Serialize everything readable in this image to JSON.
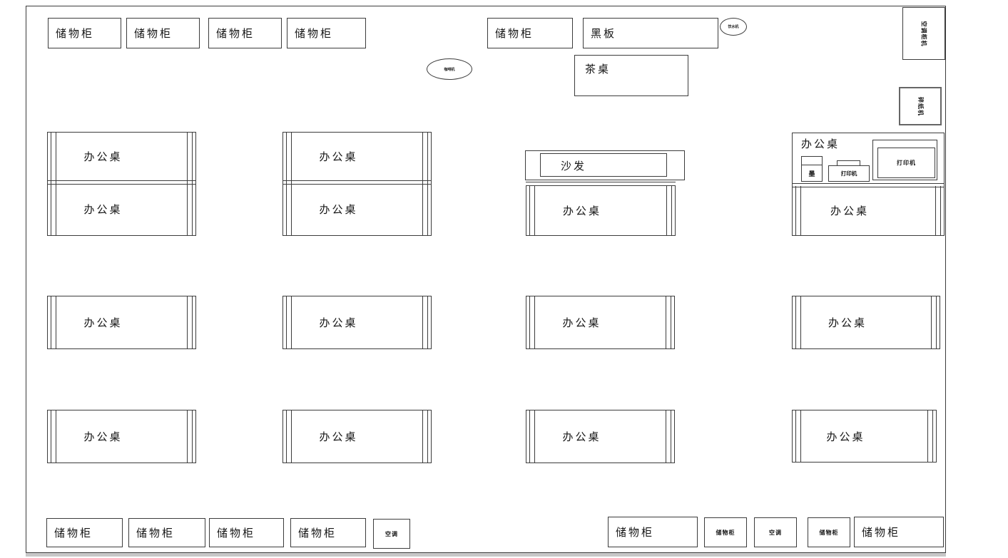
{
  "diagram": {
    "type": "office-floor-plan",
    "colors": {
      "line": "#3c3c3c",
      "background": "#ffffff",
      "bottom_shadow": "#c8c8c8"
    },
    "labels": {
      "cabinet": "储物柜",
      "blackboard": "黑板",
      "tea_table": "茶桌",
      "coffee_machine": "咖啡机",
      "water_dispenser": "饮水机",
      "ac_cabinet": "空调柜机",
      "shredder": "碎纸机",
      "desk": "办公桌",
      "sofa": "沙发",
      "printer": "打印机",
      "ink": "墨",
      "ac": "空调"
    }
  }
}
